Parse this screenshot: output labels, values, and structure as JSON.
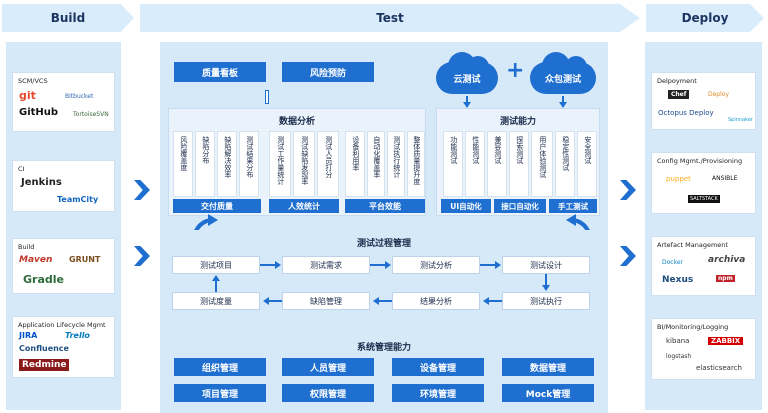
{
  "banners": {
    "build": "Build",
    "test": "Test",
    "deploy": "Deploy"
  },
  "build": {
    "scm": {
      "title": "SCM/VCS",
      "logos": [
        "git",
        "GitHub",
        "Bitbucket",
        "TortoiseSVN"
      ]
    },
    "ci": {
      "title": "CI",
      "logos": [
        "Jenkins",
        "TeamCity"
      ]
    },
    "build_tools": {
      "title": "Build",
      "logos": [
        "Maven",
        "GRUNT",
        "Gradle"
      ]
    },
    "alm": {
      "title": "Application Lifecycle Mgmt",
      "logos": [
        "JIRA",
        "Trello",
        "Confluence",
        "Redmine"
      ]
    }
  },
  "deploy": {
    "deployment": {
      "title": "Delpoyment",
      "logos": [
        "Chef",
        "Deploy",
        "Octopus Deploy",
        "Spinnaker"
      ]
    },
    "config": {
      "title": "Config Mgmt./Provisioning",
      "logos": [
        "puppet",
        "ANSIBLE",
        "SALTSTACK"
      ]
    },
    "artefact": {
      "title": "Artefact Management",
      "logos": [
        "Docker",
        "archiva",
        "Nexus",
        "npm"
      ]
    },
    "bi": {
      "title": "BI/Monitoring/Logging",
      "logos": [
        "kibana",
        "ZABBIX",
        "logstash",
        "elasticsearch"
      ]
    }
  },
  "top": {
    "quality_board": "质量看板",
    "risk_prevention": "风险预防",
    "cloud_test": "云测试",
    "plus": "+",
    "crowd_test": "众包测试"
  },
  "data_analysis": {
    "title": "数据分析",
    "cells": [
      "风险覆盖度",
      "缺陷分布",
      "缺陷解决效率",
      "测试结果分布",
      "测试工作量统计",
      "测试缺陷发现率",
      "测试人员打分",
      "设备利用率",
      "自动化覆盖率",
      "测试执行统计",
      "整体质量提升度"
    ],
    "footers": [
      "交付质量",
      "人效统计",
      "平台效能"
    ]
  },
  "test_capability": {
    "title": "测试能力",
    "cells": [
      "功能测试",
      "性能测试",
      "兼容测试",
      "探索测试",
      "用户体验测试",
      "稳定性测试",
      "安全测试"
    ],
    "footers": [
      "UI自动化",
      "接口自动化",
      "手工测试"
    ]
  },
  "process": {
    "title": "测试过程管理",
    "row1": [
      "测试项目",
      "测试需求",
      "测试分析",
      "测试设计"
    ],
    "row2": [
      "测试度量",
      "缺陷管理",
      "结果分析",
      "测试执行"
    ]
  },
  "system": {
    "title": "系统管理能力",
    "row1": [
      "组织管理",
      "人员管理",
      "设备管理",
      "数据管理"
    ],
    "row2": [
      "项目管理",
      "权限管理",
      "环境管理",
      "Mock管理"
    ]
  },
  "colors": {
    "accent": "#1f6fd1",
    "panel": "#d6e9f9",
    "banner": "#d9ecfb"
  }
}
